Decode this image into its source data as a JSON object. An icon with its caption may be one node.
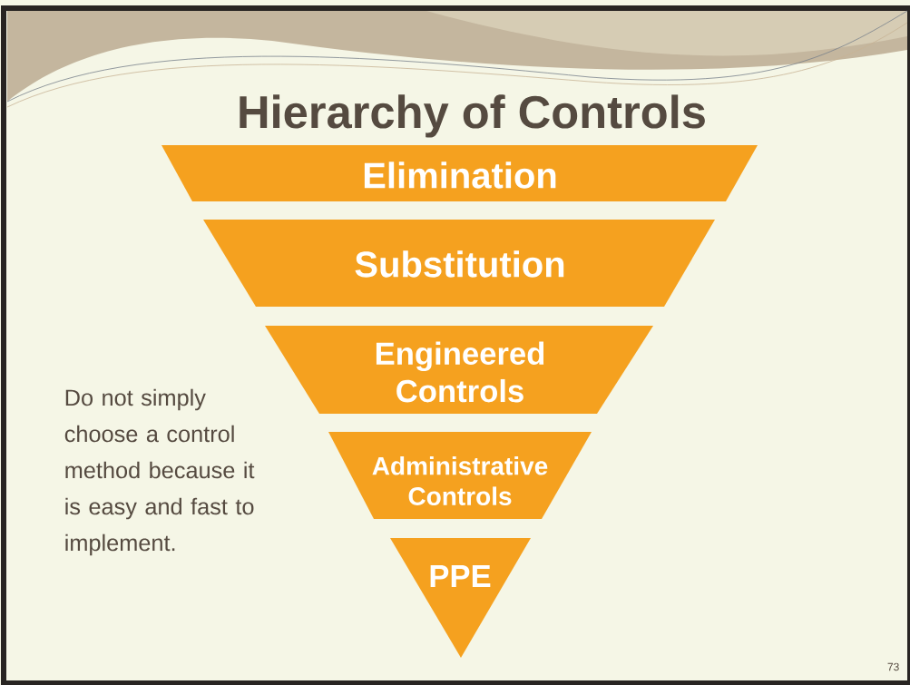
{
  "diagram": {
    "title": "Hierarchy of Controls",
    "nodes": [
      {
        "text": [
          "Elimination"
        ]
      },
      {
        "text": [
          "Substitution"
        ]
      },
      {
        "text": [
          "Engineered Controls"
        ]
      },
      {
        "text": [
          "Administrative Controls"
        ]
      },
      {
        "text": [
          "PPE"
        ]
      }
    ],
    "labels": [
      "Do not simply choose a control method because it is easy and fast to implement.",
      "73"
    ]
  }
}
